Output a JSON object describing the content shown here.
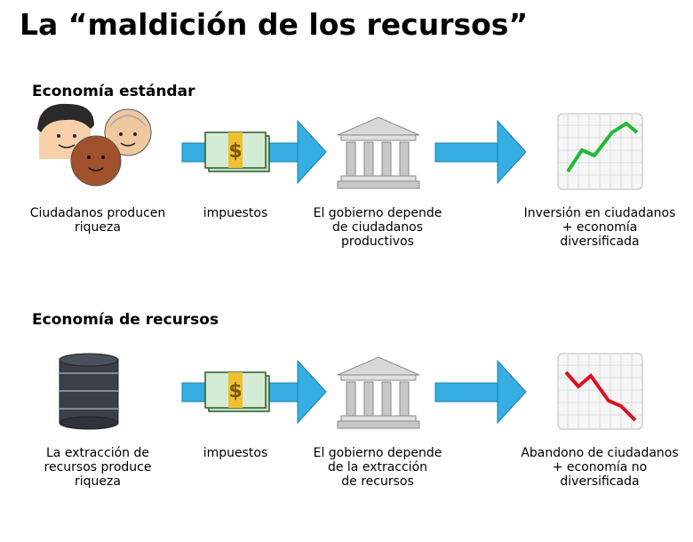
{
  "title": "La “maldición de los recursos”",
  "rows": [
    {
      "heading": "Economía estándar",
      "captions": {
        "source": "Ciudadanos producen\nriqueza",
        "taxes": "impuestos",
        "government": "El gobierno depende\nde ciudadanos\nproductivos",
        "result": "Inversión en ciudadanos\n+ economía\ndiversificada"
      },
      "source_icon": "citizens-faces-icon",
      "trend": "up",
      "trend_color": "#22bb33"
    },
    {
      "heading": "Economía de recursos",
      "captions": {
        "source": "La extracción de\nrecursos produce\nriqueza",
        "taxes": "impuestos",
        "government": "El gobierno depende\nde la extracción\nde recursos",
        "result": "Abandono de ciudadanos\n+ economía no\ndiversificada"
      },
      "source_icon": "oil-barrel-icon",
      "trend": "down",
      "trend_color": "#dd1122"
    }
  ],
  "money_symbol": "$",
  "colors": {
    "arrow": "#36aee2",
    "arrow_stroke": "#1a7fb5",
    "bill": "#d4ecd4",
    "bill_band": "#f0c030",
    "building": "#c8c8c8"
  }
}
